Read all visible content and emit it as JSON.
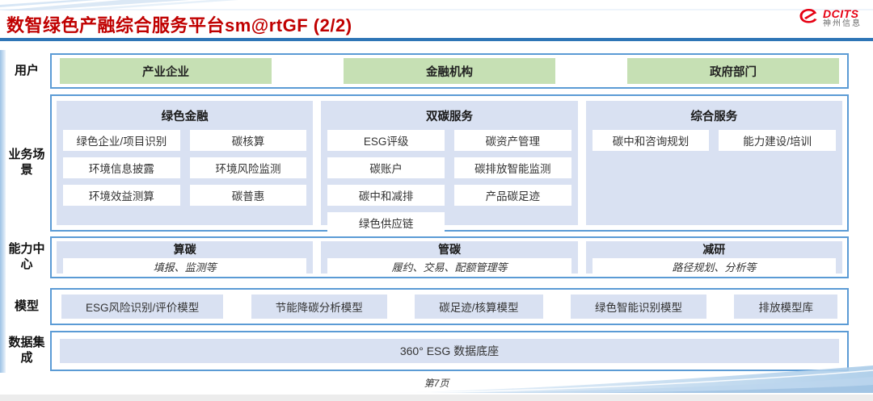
{
  "header": {
    "title": "数智绿色产融综合服务平台sm@rtGF (2/2)",
    "logo": {
      "brand": "DCITS",
      "subbrand": "神州信息"
    }
  },
  "rows": {
    "users": {
      "label": "用户",
      "items": [
        "产业企业",
        "金融机构",
        "政府部门"
      ]
    },
    "scenarios": {
      "label": "业务场景",
      "columns": [
        {
          "title": "绿色金融",
          "cells": [
            "绿色企业/项目识别",
            "碳核算",
            "环境信息披露",
            "环境风险监测",
            "环境效益测算",
            "碳普惠"
          ]
        },
        {
          "title": "双碳服务",
          "cells": [
            "ESG评级",
            "碳资产管理",
            "碳账户",
            "碳排放智能监测",
            "碳中和减排",
            "产品碳足迹",
            "绿色供应链"
          ]
        },
        {
          "title": "综合服务",
          "cells": [
            "碳中和咨询规划",
            "能力建设/培训"
          ]
        }
      ]
    },
    "capabilities": {
      "label": "能力中心",
      "items": [
        {
          "title": "算碳",
          "desc": "填报、监测等"
        },
        {
          "title": "管碳",
          "desc": "履约、交易、配额管理等"
        },
        {
          "title": "减研",
          "desc": "路径规划、分析等"
        }
      ]
    },
    "models": {
      "label": "模型",
      "items": [
        "ESG风险识别/评价模型",
        "节能降碳分析模型",
        "碳足迹/核算模型",
        "绿色智能识别模型",
        "排放模型库"
      ]
    },
    "data_integration": {
      "label": "数据集成",
      "items": [
        "360° ESG 数据底座"
      ]
    }
  },
  "footer": {
    "page_number": "第7页"
  },
  "colors": {
    "accent_green": "#C6E0B4",
    "panel_blue": "#D9E1F2",
    "border_blue": "#5B9BD5",
    "title_red": "#C00000",
    "logo_red": "#E60012"
  }
}
